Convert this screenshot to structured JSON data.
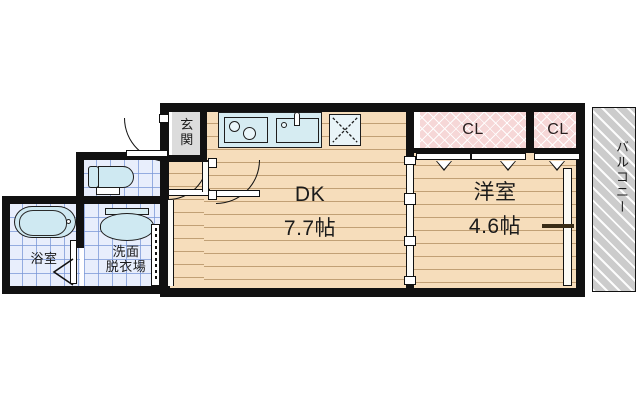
{
  "plan": {
    "type": "japanese-apartment-floor-plan",
    "layout_code": "1DK",
    "rooms": [
      {
        "key": "dk",
        "label": "DK",
        "area": "7.7帖",
        "floor": "wood"
      },
      {
        "key": "washitsu",
        "label": "洋室",
        "area": "4.6帖",
        "floor": "wood"
      },
      {
        "key": "genkan",
        "label_lines": [
          "玄",
          "関"
        ],
        "floor": "concrete"
      },
      {
        "key": "bath",
        "label": "浴室",
        "floor": "tile"
      },
      {
        "key": "washroom",
        "label_lines": [
          "洗面",
          "脱衣場"
        ],
        "floor": "tile"
      },
      {
        "key": "toilet",
        "label": "",
        "floor": "tile"
      },
      {
        "key": "balcony",
        "label": "バルコニー",
        "floor": "hatched"
      }
    ],
    "closets": [
      {
        "key": "cl1",
        "label": "CL"
      },
      {
        "key": "cl2",
        "label": "CL"
      }
    ],
    "labels": {
      "dk_name": "DK",
      "dk_area": "7.7帖",
      "bedroom_name": "洋室",
      "bedroom_area": "4.6帖",
      "genkan_line1": "玄",
      "genkan_line2": "関",
      "bath": "浴室",
      "washroom_line1": "洗面",
      "washroom_line2": "脱衣場",
      "balcony": "バルコニー",
      "closet1": "CL",
      "closet2": "CL"
    },
    "fixtures": [
      {
        "key": "stove",
        "name": "gas-stove-two-burner"
      },
      {
        "key": "sink",
        "name": "kitchen-sink-with-faucet"
      },
      {
        "key": "appliance-space",
        "name": "refrigerator-space-x-mark"
      },
      {
        "key": "bathtub",
        "name": "bathtub"
      },
      {
        "key": "vanity",
        "name": "washbasin-vanity"
      },
      {
        "key": "toilet",
        "name": "western-toilet"
      }
    ],
    "colors": {
      "wall": "#111111",
      "wood_floor": "#f6ddbb",
      "tile_floor": "#e8eefc",
      "closet_pink": "#f6d7d7",
      "balcony_grey": "#cccccc",
      "genkan_grey": "#dcdcdc",
      "fixture_blue": "#d6ecf2"
    }
  }
}
